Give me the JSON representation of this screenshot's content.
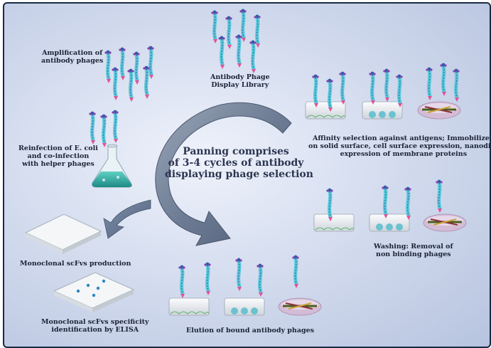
{
  "center": {
    "lines": [
      "Panning comprises",
      "of 3-4 cycles of antibody",
      "displaying phage selection"
    ]
  },
  "labels": {
    "amplification": [
      "Amplification of",
      "antibody phages"
    ],
    "library": [
      "Antibody Phage",
      "Display Library"
    ],
    "affinity": [
      "Affinity selection against antigens; Immobilized",
      "on solid surface, cell surface expression, nanodisc",
      "expression of membrane proteins"
    ],
    "reinfection": [
      "Reinfection of E. coli",
      "and co-infection",
      "with helper phages"
    ],
    "washing": [
      "Washing: Removal of",
      "non binding phages"
    ],
    "monoclonal_production": [
      "Monoclonal scFvs production"
    ],
    "elisa": [
      "Monoclonal scFvs specificity",
      "identification by ELISA"
    ],
    "elution": [
      "Elution of bound antibody phages"
    ]
  },
  "colors": {
    "background": "#cfd8ec",
    "arrow": "#6f7f98",
    "phage_head": "#2f5fa8",
    "phage_body": "#59c6d8",
    "phage_tip": "#e0559a",
    "plate": "#e8ecef",
    "flask_liquid": "#2fa9a1",
    "nanodisc": "#c9a8c9"
  }
}
